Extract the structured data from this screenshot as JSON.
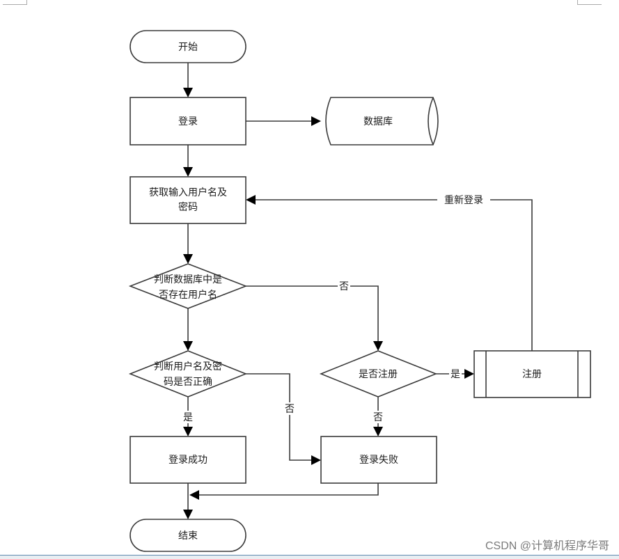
{
  "diagram": {
    "type": "flowchart",
    "nodes": {
      "start": {
        "label": "开始",
        "shape": "terminator"
      },
      "login": {
        "label": "登录",
        "shape": "process"
      },
      "database": {
        "label": "数据库",
        "shape": "database"
      },
      "get_input": {
        "label_line1": "获取输入用户名及",
        "label_line2": "密码",
        "shape": "process"
      },
      "check_user": {
        "label_line1": "判断数据库中是",
        "label_line2": "否存在用户名",
        "shape": "decision"
      },
      "check_password": {
        "label_line1": "判断用户名及密",
        "label_line2": "码是否正确",
        "shape": "decision"
      },
      "ask_register": {
        "label": "是否注册",
        "shape": "decision"
      },
      "register": {
        "label": "注册",
        "shape": "predefined-process"
      },
      "login_success": {
        "label": "登录成功",
        "shape": "process"
      },
      "login_fail": {
        "label": "登录失败",
        "shape": "process"
      },
      "end": {
        "label": "结束",
        "shape": "terminator"
      }
    },
    "edges": [
      {
        "from": "start",
        "to": "login",
        "label": ""
      },
      {
        "from": "login",
        "to": "database",
        "label": ""
      },
      {
        "from": "login",
        "to": "get_input",
        "label": ""
      },
      {
        "from": "get_input",
        "to": "check_user",
        "label": ""
      },
      {
        "from": "check_user",
        "to": "check_password",
        "label": ""
      },
      {
        "from": "check_user",
        "to": "ask_register",
        "label": "否"
      },
      {
        "from": "ask_register",
        "to": "register",
        "label": "是"
      },
      {
        "from": "ask_register",
        "to": "login_fail",
        "label": "否"
      },
      {
        "from": "register",
        "to": "get_input",
        "label": "重新登录"
      },
      {
        "from": "check_password",
        "to": "login_success",
        "label": "是"
      },
      {
        "from": "check_password",
        "to": "login_fail",
        "label": "否"
      },
      {
        "from": "login_success",
        "to": "end",
        "label": ""
      },
      {
        "from": "login_fail",
        "to": "end",
        "label": ""
      }
    ],
    "edge_labels": {
      "user_not_exist": "否",
      "register_yes": "是",
      "register_no": "否",
      "relogin": "重新登录",
      "password_correct": "是",
      "password_wrong": "否"
    }
  },
  "watermark": "CSDN @计算机程序华哥"
}
